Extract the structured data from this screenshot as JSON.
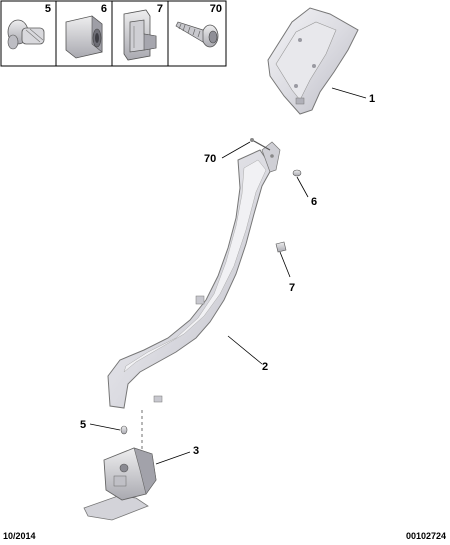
{
  "legend": [
    {
      "ref": "5"
    },
    {
      "ref": "6"
    },
    {
      "ref": "7"
    },
    {
      "ref": "70"
    }
  ],
  "callouts": {
    "c1": "1",
    "c70": "70",
    "c6": "6",
    "c7": "7",
    "c2": "2",
    "c5": "5",
    "c3": "3"
  },
  "footer": {
    "date": "10/2014",
    "ref": "00102724"
  }
}
